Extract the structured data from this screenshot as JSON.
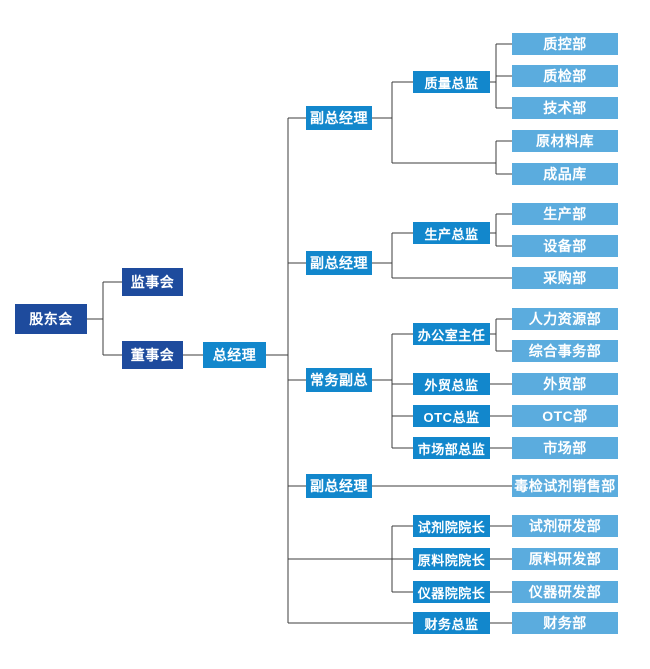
{
  "palette": {
    "tier1_dark_blue": "#1E4B9D",
    "tier2_mid_blue": "#1287CC",
    "tier3_light_blue": "#5BACDE",
    "connector_line": "#3C3C3C",
    "background": "#FFFFFF",
    "box_text": "#FFFFFF"
  },
  "nodes": {
    "shareholders": "股东会",
    "supervisory_board": "监事会",
    "board_of_directors": "董事会",
    "general_manager": "总经理",
    "deputy_gm_1": "副总经理",
    "deputy_gm_2": "副总经理",
    "executive_deputy_gm": "常务副总",
    "deputy_gm_3": "副总经理",
    "quality_director": "质量总监",
    "production_director": "生产总监",
    "office_director": "办公室主任",
    "foreign_trade_director": "外贸总监",
    "otc_director": "OTC总监",
    "marketing_director": "市场部总监",
    "reagent_institute_dean": "试剂院院长",
    "material_institute_dean": "原料院院长",
    "instrument_institute_dean": "仪器院院长",
    "finance_director": "财务总监",
    "qc_dept": "质控部",
    "inspection_dept": "质检部",
    "tech_dept": "技术部",
    "raw_material_warehouse": "原材料库",
    "finished_goods_warehouse": "成品库",
    "production_dept": "生产部",
    "equipment_dept": "设备部",
    "purchasing_dept": "采购部",
    "hr_dept": "人力资源部",
    "general_affairs_dept": "综合事务部",
    "foreign_trade_dept": "外贸部",
    "otc_dept": "OTC部",
    "marketing_dept": "市场部",
    "drug_test_reagent_sales_dept": "毒检试剂销售部",
    "reagent_rd_dept": "试剂研发部",
    "material_rd_dept": "原料研发部",
    "instrument_rd_dept": "仪器研发部",
    "finance_dept": "财务部"
  },
  "hierarchy": {
    "股东会": {
      "监事会": {},
      "董事会": {
        "总经理": {
          "副总经理(1)": {
            "质量总监": [
              "质控部",
              "质检部",
              "技术部"
            ],
            "_direct": [
              "原材料库",
              "成品库"
            ]
          },
          "副总经理(2)": {
            "生产总监": [
              "生产部",
              "设备部"
            ],
            "_direct": [
              "采购部"
            ]
          },
          "常务副总": {
            "办公室主任": [
              "人力资源部",
              "综合事务部"
            ],
            "外贸总监": [
              "外贸部"
            ],
            "OTC总监": [
              "OTC部"
            ],
            "市场部总监": [
              "市场部"
            ]
          },
          "副总经理(3)": {
            "_direct": [
              "毒检试剂销售部"
            ]
          },
          "试剂院院长": [
            "试剂研发部"
          ],
          "原料院院长": [
            "原料研发部"
          ],
          "仪器院院长": [
            "仪器研发部"
          ],
          "财务总监": [
            "财务部"
          ]
        }
      }
    }
  }
}
